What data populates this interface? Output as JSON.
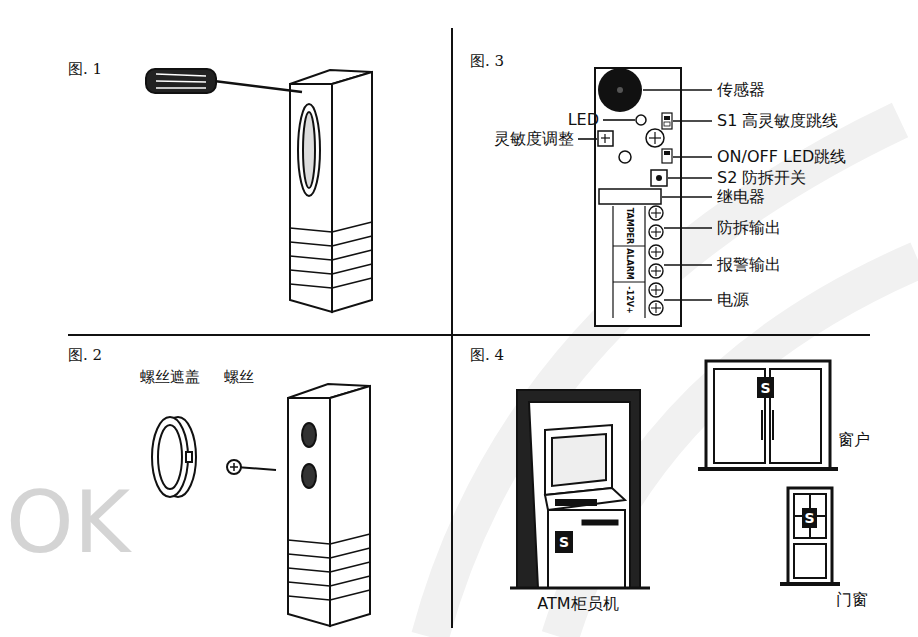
{
  "diagram": {
    "nodes": [
      {
        "text": [
          "S"
        ]
      },
      {
        "text": [
          "S"
        ]
      },
      {
        "text": [
          "S"
        ]
      }
    ],
    "labels": [
      "图. 1",
      "图. 2",
      "螺丝遮盖",
      "螺丝",
      "图. 3",
      "传感器",
      "LED",
      "S1 高灵敏度跳线",
      "灵敏度调整",
      "ON/OFF LED跳线",
      "S2 防拆开关",
      "继电器",
      "防拆输出",
      "报警输出",
      "电源",
      "TAMPER",
      "ALARM",
      "-12V+",
      "图. 4",
      "窗户",
      "ATM柜员机",
      "门窗",
      "OK"
    ]
  }
}
